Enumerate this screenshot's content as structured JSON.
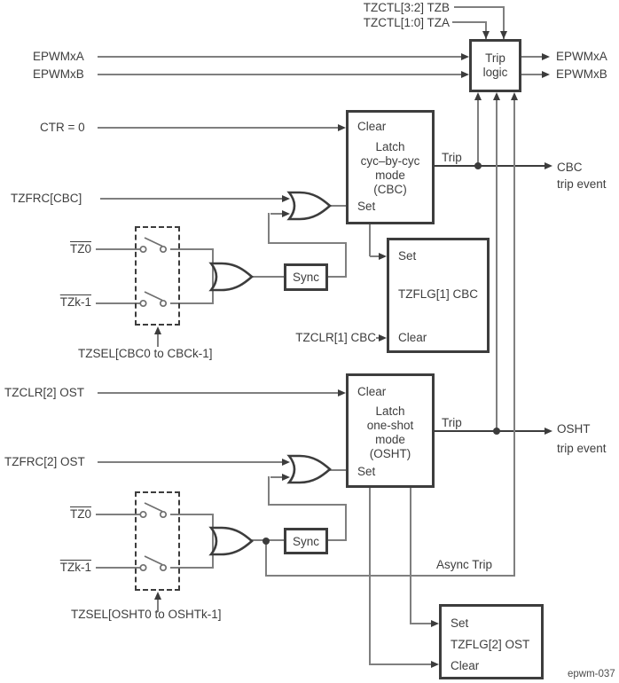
{
  "diagram": {
    "figure_id": "epwm-037",
    "controls": {
      "tzctl_b": "TZCTL[3:2] TZB",
      "tzctl_a": "TZCTL[1:0] TZA"
    },
    "trip_logic": {
      "line1": "Trip",
      "line2": "logic"
    },
    "pwm": {
      "in_a": "EPWMxA",
      "in_b": "EPWMxB",
      "out_a": "EPWMxA",
      "out_b": "EPWMxB"
    },
    "cbc": {
      "ctr": "CTR = 0",
      "tzfrc": "TZFRC[CBC]",
      "latch": {
        "clear": "Clear",
        "t1": "Latch",
        "t2": "cyc–by-cyc",
        "t3": "mode",
        "t4": "(CBC)",
        "set": "Set",
        "trip": "Trip"
      },
      "flag": {
        "set": "Set",
        "title": "TZFLG[1] CBC",
        "clear": "Clear"
      },
      "tzclr": "TZCLR[1] CBC",
      "event1": "CBC",
      "event2": "trip event",
      "sync": "Sync",
      "tz0": "TZ0",
      "tzk": "TZk-1",
      "tzsel": "TZSEL[CBC0 to CBCk-1]"
    },
    "osht": {
      "tzclr_in": "TZCLR[2] OST",
      "tzfrc": "TZFRC[2] OST",
      "latch": {
        "clear": "Clear",
        "t1": "Latch",
        "t2": "one-shot",
        "t3": "mode",
        "t4": "(OSHT)",
        "set": "Set",
        "trip": "Trip"
      },
      "flag": {
        "set": "Set",
        "title": "TZFLG[2] OST",
        "clear": "Clear"
      },
      "event1": "OSHT",
      "event2": "trip event",
      "sync": "Sync",
      "async_trip": "Async Trip",
      "tz0": "TZ0",
      "tzk": "TZk-1",
      "tzsel": "TZSEL[OSHT0 to OSHTk-1]"
    }
  }
}
